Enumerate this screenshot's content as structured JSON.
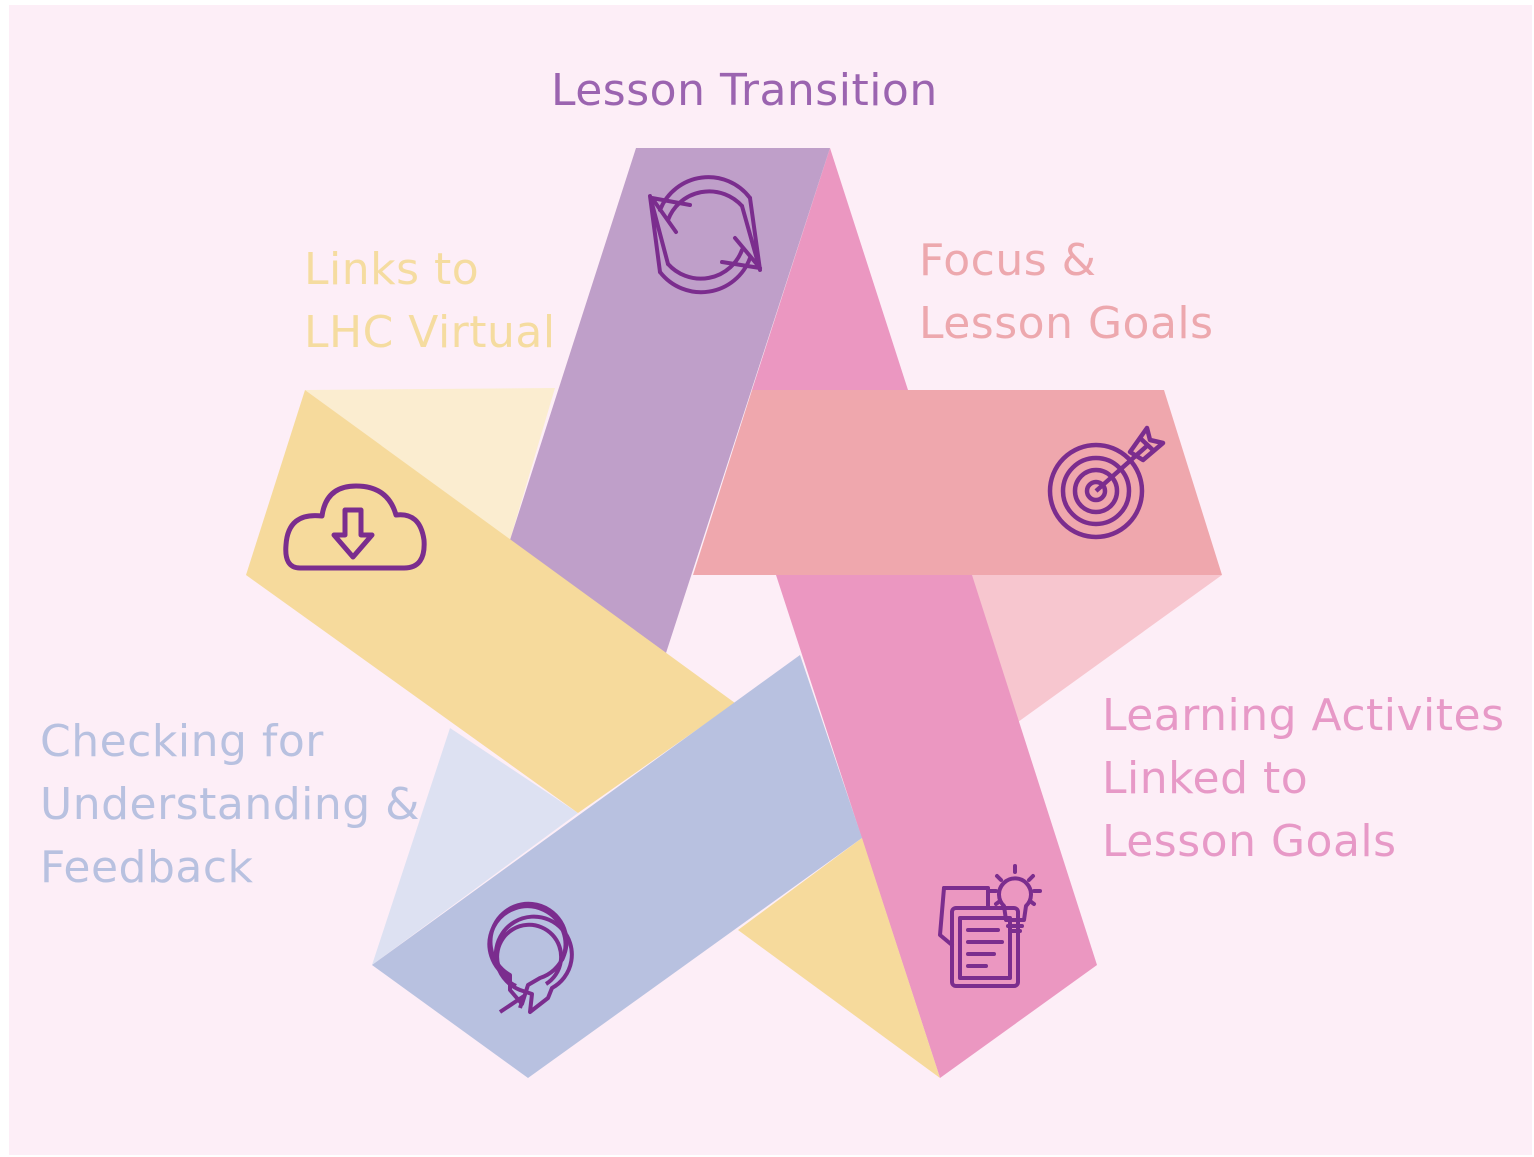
{
  "labels": {
    "transition": {
      "text": "Lesson Transition",
      "color": "#9b64b0"
    },
    "links": {
      "lines": [
        "Links to",
        "LHC Virtual"
      ],
      "color": "#f5dca0"
    },
    "focus": {
      "lines": [
        "Focus &",
        "Lesson Goals"
      ],
      "color": "#eda8ae"
    },
    "learning": {
      "lines": [
        "Learning Activites",
        "Linked to",
        "Lesson Goals"
      ],
      "color": "#e799c7"
    },
    "checking": {
      "lines": [
        "Checking for",
        "Understanding &",
        "Feedback"
      ],
      "color": "#b8c1e0"
    }
  },
  "colors": {
    "background": "#fdeef7",
    "purple_band": "#bf9fc9",
    "magenta_band": "#eb97c1",
    "salmon_band": "#efa7ad",
    "yellow_band": "#f6da9c",
    "blue_band": "#b8c1e0",
    "yellow_light": "#fbedd0",
    "salmon_light": "#f7c6cf",
    "blue_light": "#dde1f2",
    "icon_stroke": "#7b2d8e"
  },
  "icons": [
    "refresh-icon",
    "target-icon",
    "cloud-download-icon",
    "book-lightbulb-icon",
    "chat-bubbles-icon"
  ]
}
